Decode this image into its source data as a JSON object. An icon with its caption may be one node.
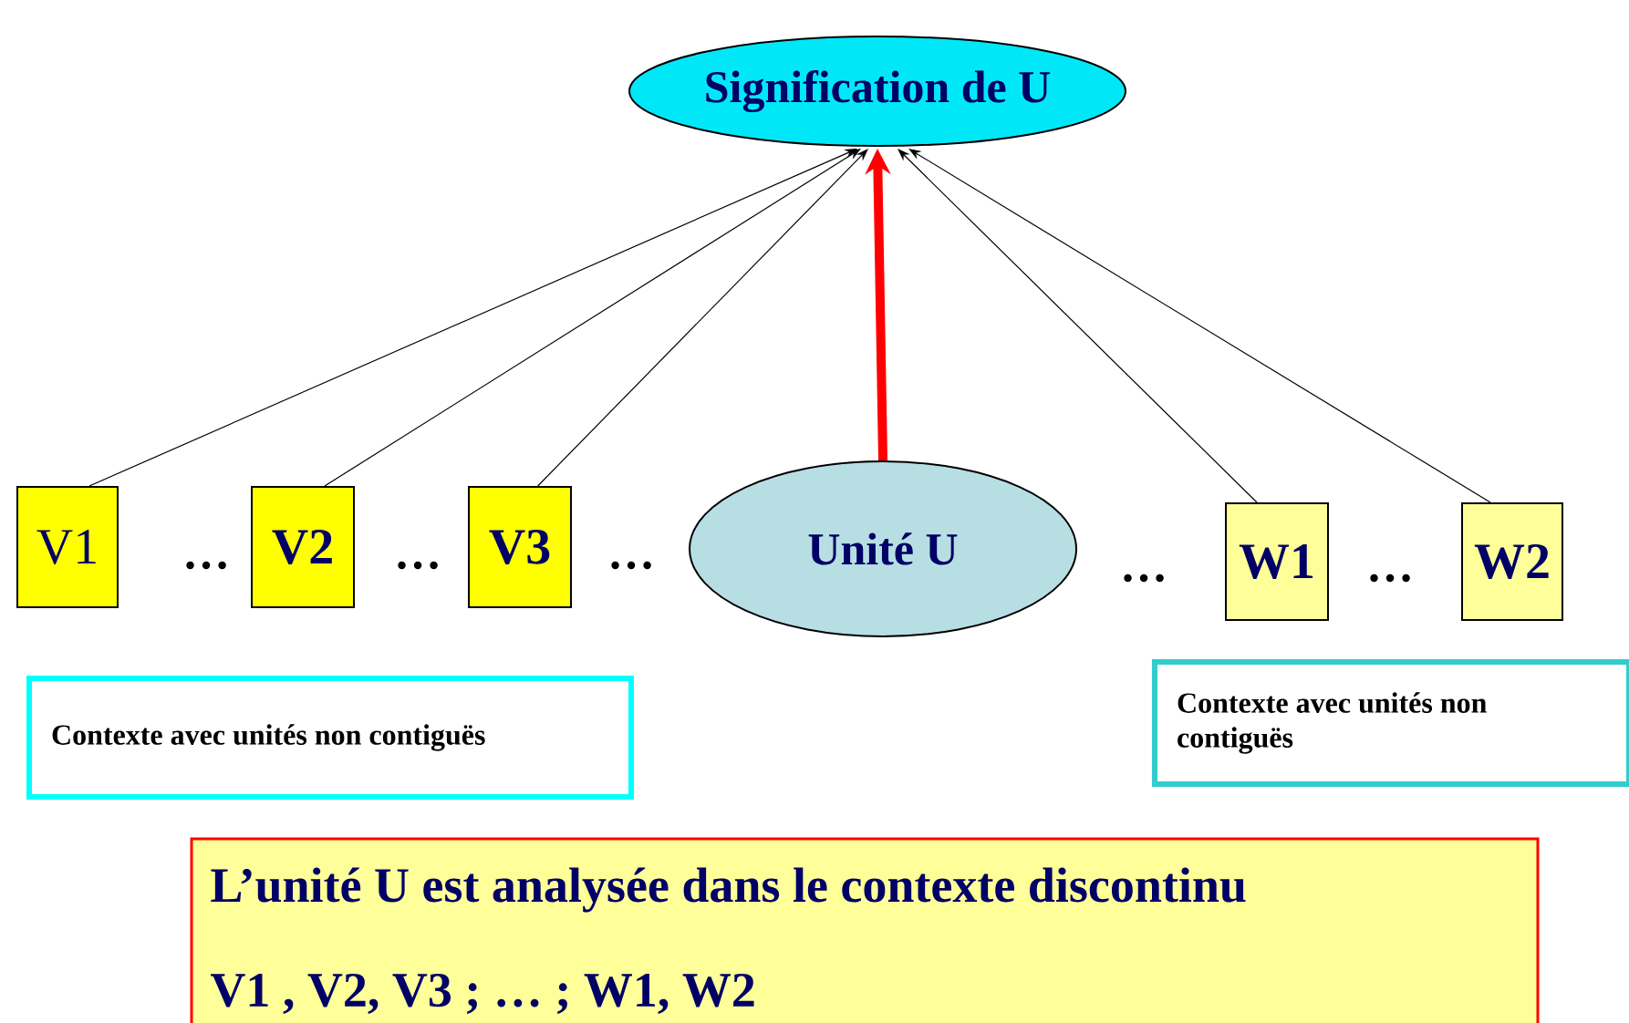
{
  "diagram": {
    "nodes": [
      {
        "text": [
          "Signification de U"
        ]
      },
      {
        "text": [
          "V1"
        ]
      },
      {
        "text": [
          "V2"
        ]
      },
      {
        "text": [
          "V3"
        ]
      },
      {
        "text": [
          "Unité U"
        ]
      },
      {
        "text": [
          "W1"
        ]
      },
      {
        "text": [
          "W2"
        ]
      },
      {
        "text": [
          "Contexte avec unités non contiguës"
        ]
      },
      {
        "text": [
          "Contexte avec unités non contiguës"
        ]
      },
      {
        "text": [
          "L’unité U est analysée dans le contexte discontinu",
          "V1 , V2, V3 ; … ;  W1, W2"
        ]
      }
    ],
    "edges": [
      {
        "from": 1,
        "to": 0,
        "arrow": "to"
      },
      {
        "from": 2,
        "to": 0,
        "arrow": "to"
      },
      {
        "from": 3,
        "to": 0,
        "arrow": "to"
      },
      {
        "from": 4,
        "to": 0,
        "arrow": "to",
        "style": "thick",
        "color": "#ff0000"
      },
      {
        "from": 5,
        "to": 0,
        "arrow": "to"
      },
      {
        "from": 6,
        "to": 0,
        "arrow": "to"
      }
    ],
    "labels": [
      "…",
      "…",
      "…",
      "…",
      "…"
    ]
  }
}
